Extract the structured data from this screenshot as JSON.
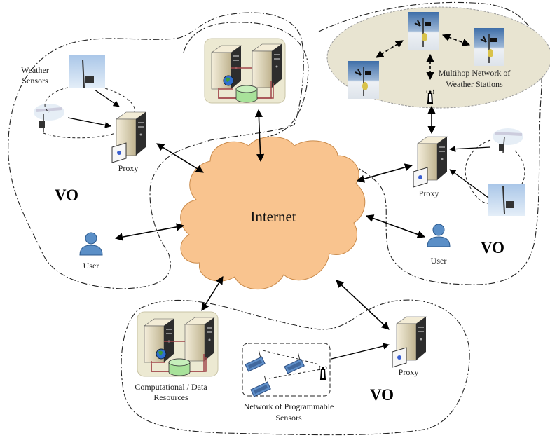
{
  "center": {
    "label": "Internet"
  },
  "vo_label": "VO",
  "left_vo": {
    "sensors_label_1": "Weather",
    "sensors_label_2": "Sensors",
    "proxy_label": "Proxy",
    "user_label": "User",
    "vo": "VO"
  },
  "right_vo": {
    "network_label_1": "Multihop Network of",
    "network_label_2": "Weather Stations",
    "proxy_label": "Proxy",
    "user_label": "User",
    "vo": "VO"
  },
  "bottom_vo": {
    "resources_label_1": "Computational / Data",
    "resources_label_2": "Resources",
    "sensors_label_1": "Network of Programmable",
    "sensors_label_2": "Sensors",
    "proxy_label": "Proxy",
    "vo": "VO"
  },
  "colors": {
    "cloud": "#f9c48f",
    "cloud_stroke": "#c98a4a",
    "resource_box": "#ece9d2",
    "ellipse": "#e8e4d1",
    "user": "#5b8fc7",
    "server": "#d8cfb0",
    "database": "#a8e29a",
    "link": "#a0464a"
  }
}
